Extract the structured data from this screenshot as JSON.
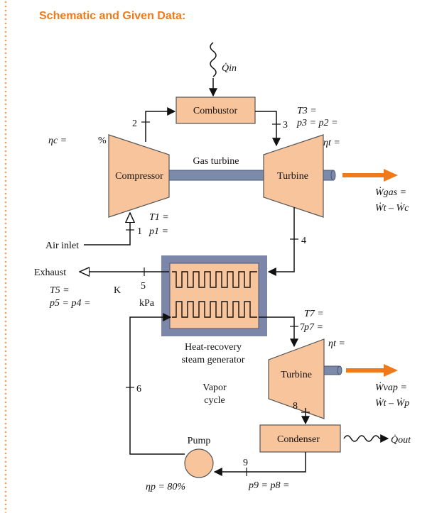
{
  "heading": "Schematic and Given Data:",
  "components": {
    "combustor": "Combustor",
    "compressor": "Compressor",
    "gas_turbine_component": "Turbine",
    "gas_turbine_label": "Gas turbine",
    "hrsg_line1": "Heat-recovery",
    "hrsg_line2": "steam generator",
    "vapor_line1": "Vapor",
    "vapor_line2": "cycle",
    "vapor_turbine_component": "Turbine",
    "condenser": "Condenser",
    "pump": "Pump"
  },
  "labels": {
    "air_inlet": "Air inlet",
    "exhaust": "Exhaust",
    "eta_c": "ηc = ",
    "eta_c_unit": "%",
    "eta_t_gas": "ηt = ",
    "eta_t_vap": "ηt = ",
    "eta_p": "ηp = 80%",
    "T3": "T3 = ",
    "p3": "p3 = p2 = ",
    "T1": "T1 = ",
    "p1": "p1 = ",
    "T5": "T5 = ",
    "T5_unit": "K",
    "p5": "p5 = p4 = ",
    "p5_unit": "kPa",
    "T7": "T7 = ",
    "p7": "p7 = ",
    "p9": "p9 = p8 = ",
    "Q_in": "Q̇in",
    "Q_out": "Q̇out",
    "W_gas_1": "Ẇgas =",
    "W_gas_2": "Ẇt – Ẇc",
    "W_vap_1": "Ẇvap =",
    "W_vap_2": "Ẇt – Ẇp"
  },
  "states": [
    "1",
    "2",
    "3",
    "4",
    "5",
    "6",
    "7",
    "8",
    "9"
  ],
  "colors": {
    "heading": "#f07a1a",
    "component_fill": "#f8c49c",
    "component_stroke": "#555555",
    "hrsg_frame": "#7b86a8",
    "shaft": "#7a8aa8",
    "power_arrow": "#f07a1a",
    "line": "#111111"
  }
}
